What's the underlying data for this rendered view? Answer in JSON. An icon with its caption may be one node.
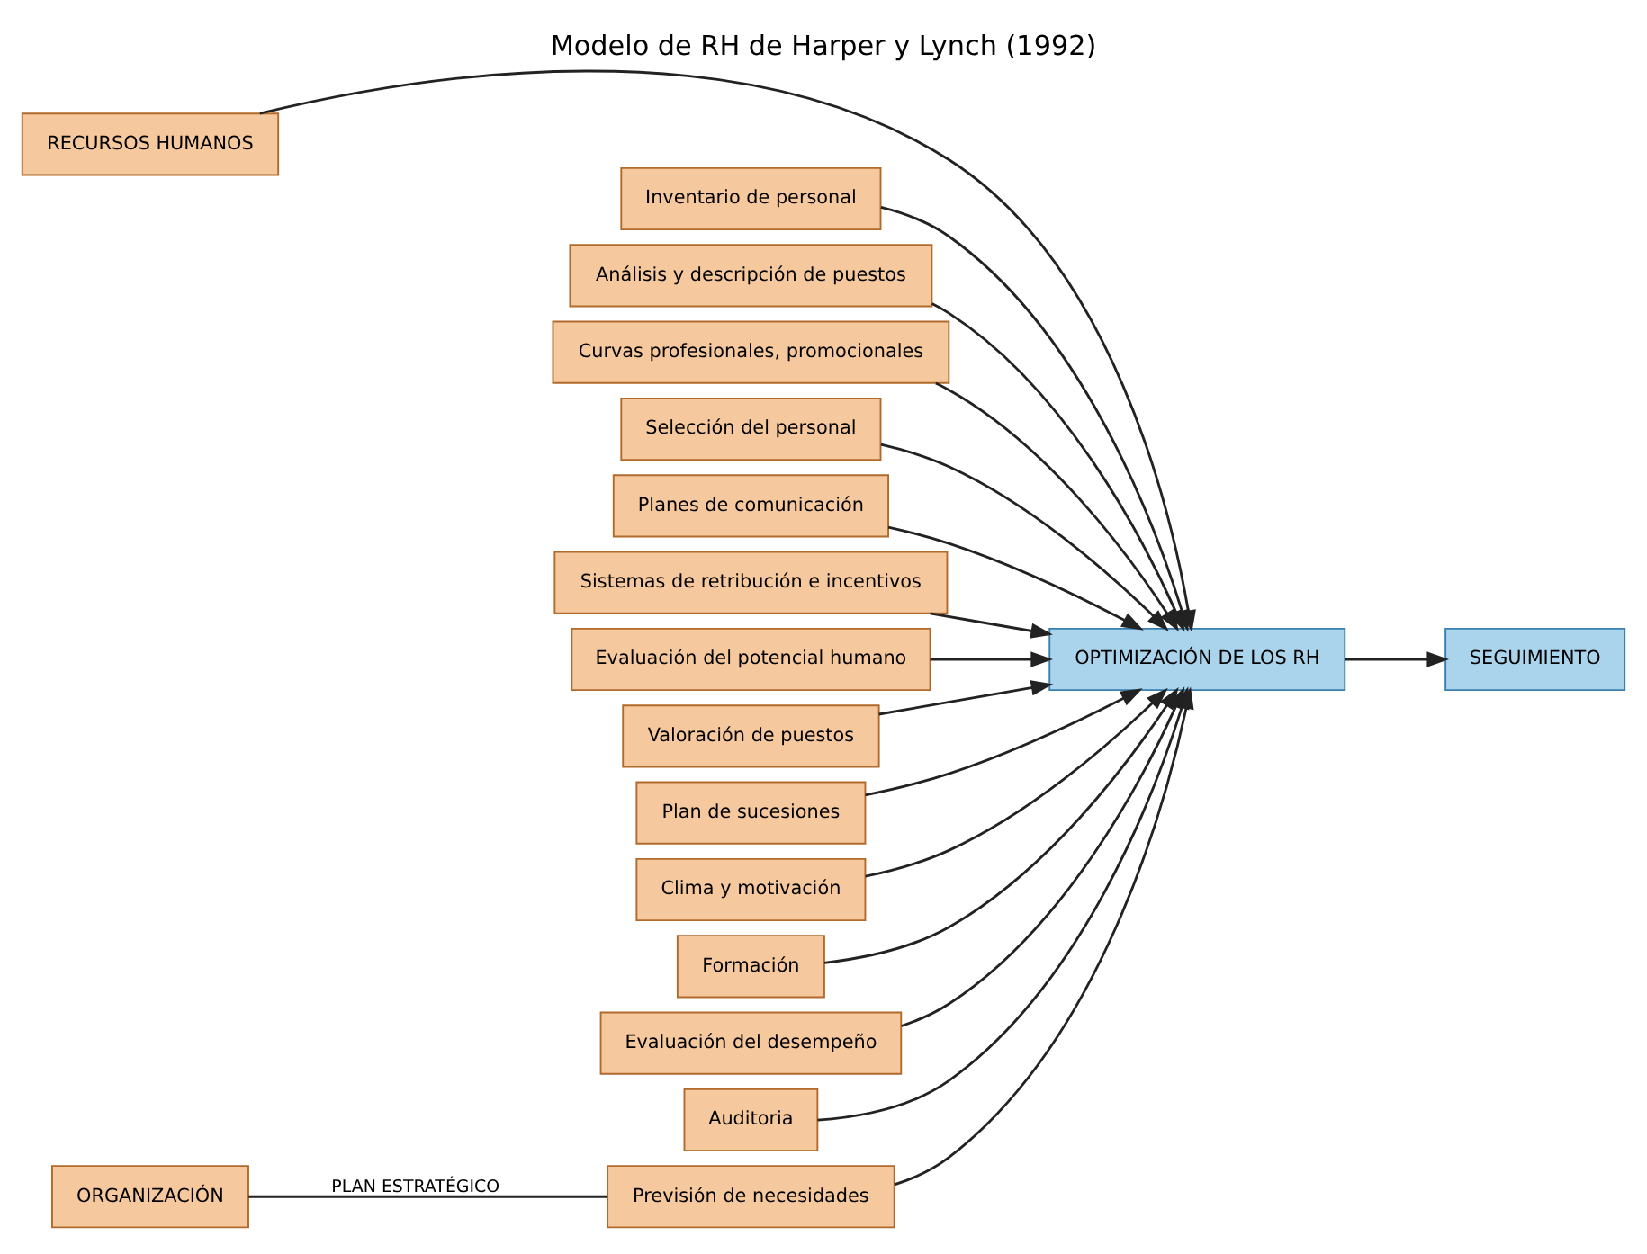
{
  "diagram": {
    "title": "Modelo de RH de Harper y Lynch (1992)",
    "nodes": [
      {
        "text": [
          "RECURSOS HUMANOS"
        ]
      },
      {
        "text": [
          "ORGANIZACIÓN"
        ]
      },
      {
        "text": [
          "Inventario de personal"
        ]
      },
      {
        "text": [
          "Análisis y descripción de puestos"
        ]
      },
      {
        "text": [
          "Curvas profesionales, promocionales"
        ]
      },
      {
        "text": [
          "Selección del personal"
        ]
      },
      {
        "text": [
          "Planes de comunicación"
        ]
      },
      {
        "text": [
          "Sistemas de retribución e incentivos"
        ]
      },
      {
        "text": [
          "Evaluación del potencial humano"
        ]
      },
      {
        "text": [
          "Valoración de puestos"
        ]
      },
      {
        "text": [
          "Plan de sucesiones"
        ]
      },
      {
        "text": [
          "Clima y motivación"
        ]
      },
      {
        "text": [
          "Formación"
        ]
      },
      {
        "text": [
          "Evaluación del desempeño"
        ]
      },
      {
        "text": [
          "Auditoria"
        ]
      },
      {
        "text": [
          "Previsión de necesidades"
        ]
      },
      {
        "text": [
          "OPTIMIZACIÓN DE LOS RH"
        ]
      },
      {
        "text": [
          "SEGUIMIENTO"
        ]
      }
    ],
    "edges": [
      {
        "from": 0,
        "to": 16,
        "arrow": "to"
      },
      {
        "from": 2,
        "to": 16,
        "arrow": "to"
      },
      {
        "from": 3,
        "to": 16,
        "arrow": "to"
      },
      {
        "from": 4,
        "to": 16,
        "arrow": "to"
      },
      {
        "from": 5,
        "to": 16,
        "arrow": "to"
      },
      {
        "from": 6,
        "to": 16,
        "arrow": "to"
      },
      {
        "from": 7,
        "to": 16,
        "arrow": "to"
      },
      {
        "from": 8,
        "to": 16,
        "arrow": "to"
      },
      {
        "from": 9,
        "to": 16,
        "arrow": "to"
      },
      {
        "from": 10,
        "to": 16,
        "arrow": "to"
      },
      {
        "from": 11,
        "to": 16,
        "arrow": "to"
      },
      {
        "from": 12,
        "to": 16,
        "arrow": "to"
      },
      {
        "from": 13,
        "to": 16,
        "arrow": "to"
      },
      {
        "from": 14,
        "to": 16,
        "arrow": "to"
      },
      {
        "from": 1,
        "to": 15,
        "arrow": "none",
        "label": "PLAN ESTRATÉGICO"
      },
      {
        "from": 15,
        "to": 16,
        "arrow": "to"
      },
      {
        "from": 16,
        "to": 17,
        "arrow": "to"
      }
    ]
  }
}
